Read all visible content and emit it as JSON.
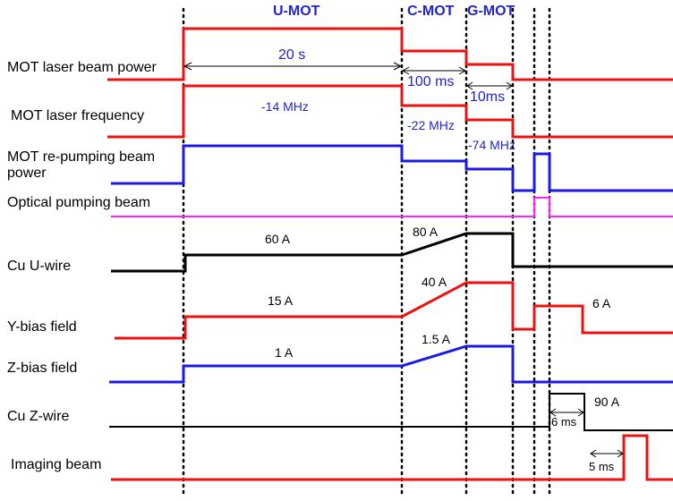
{
  "phases": {
    "u_mot": "U-MOT",
    "c_mot": "C-MOT",
    "g_mot": "G-MOT"
  },
  "channels": {
    "laser_power": "MOT laser beam power",
    "laser_freq": "MOT laser frequency",
    "repump_line1": "MOT re-pumping beam",
    "repump_line2": "power",
    "optical_pumping": "Optical pumping beam",
    "u_wire": "Cu U-wire",
    "y_bias": "Y-bias field",
    "z_bias": "Z-bias field",
    "z_wire": "Cu Z-wire",
    "imaging": "Imaging beam"
  },
  "durations": {
    "u_mot": "20 s",
    "c_mot": "100 ms",
    "g_mot": "10ms",
    "z_wire_pulse": "6 ms",
    "imaging_delay": "5 ms"
  },
  "frequencies": {
    "u_mot": "-14 MHz",
    "c_mot": "-22 MHz",
    "g_mot": "-74 MHz"
  },
  "currents": {
    "u_wire_umot": "60 A",
    "u_wire_cmot": "80 A",
    "y_bias_umot": "15 A",
    "y_bias_cmot": "40 A",
    "y_bias_op": "6 A",
    "z_bias_umot": "1 A",
    "z_bias_cmot": "1.5 A",
    "z_wire": "90 A"
  },
  "colors": {
    "red": "#ee1111",
    "blue": "#1a1ae6",
    "black": "#000000",
    "magenta": "#ff22ff",
    "phase_text": "#2323c8"
  }
}
